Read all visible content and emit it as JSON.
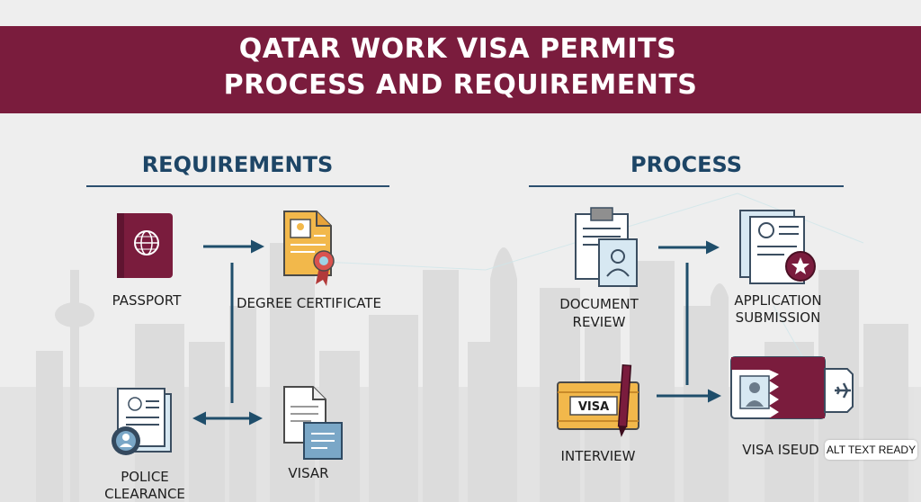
{
  "header": {
    "title_line1": "QATAR WORK VISA PERMITS",
    "title_line2": "PROCESS AND REQUIREMENTS"
  },
  "requirements": {
    "title": "REQUIREMENTS",
    "items": [
      {
        "label": "PASSPORT",
        "icon": "passport-icon"
      },
      {
        "label": "DEGREE CERTIFICATE",
        "icon": "certificate-icon"
      },
      {
        "label_line1": "POLICE",
        "label_line2": "CLEARANCE",
        "icon": "police-clearance-icon"
      },
      {
        "label": "VISAR",
        "icon": "visa-document-icon"
      }
    ]
  },
  "process": {
    "title": "PROCESS",
    "items": [
      {
        "label_line1": "DOCUMENT",
        "label_line2": "REVIEW",
        "icon": "document-review-icon"
      },
      {
        "label_line1": "APPLICATION",
        "label_line2": "SUBMISSION",
        "icon": "application-icon"
      },
      {
        "label": "INTERVIEW",
        "icon": "visa-card-pen-icon",
        "card_text": "VISA"
      },
      {
        "label": "VISA ISEUD",
        "icon": "visa-issued-icon"
      }
    ]
  },
  "badge": {
    "label": "ALT TEXT READY"
  },
  "colors": {
    "banner": "#7a1c3d",
    "heading": "#1d4566",
    "arrow": "#1f4e6b",
    "passport": "#7a1c3d",
    "accent_yellow": "#f2b84b"
  }
}
